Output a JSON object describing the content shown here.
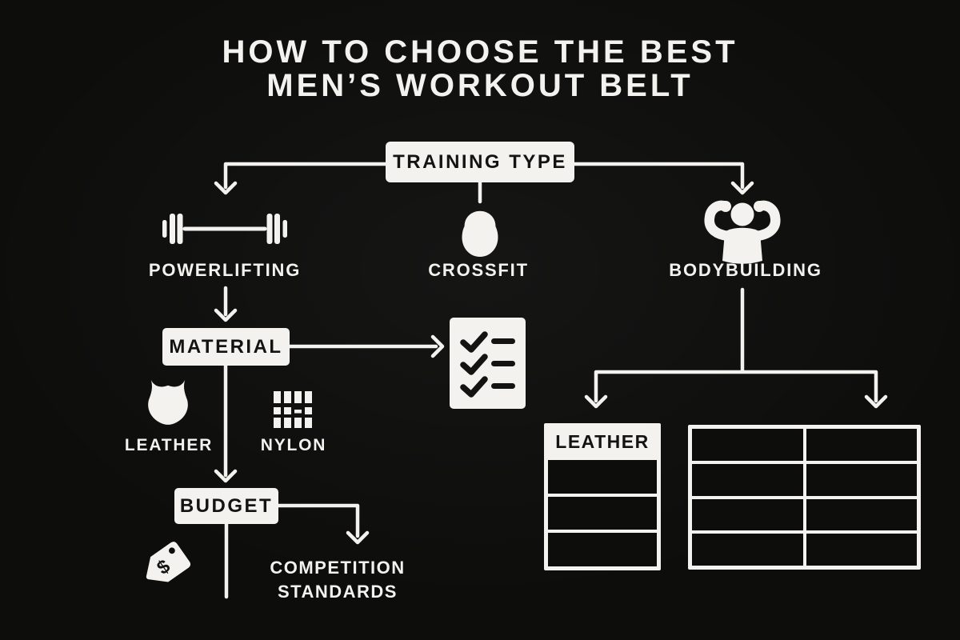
{
  "colors": {
    "background": "#0d0d0c",
    "ink": "#f3f2ef",
    "text_dark": "#131312"
  },
  "title": {
    "line1": "HOW TO CHOOSE THE BEST",
    "line2": "MEN’S WORKOUT BELT"
  },
  "root_node": {
    "label": "TRAINING TYPE"
  },
  "branches": {
    "powerlifting": {
      "label": "POWERLIFTING",
      "icon": "barbell-icon"
    },
    "crossfit": {
      "label": "CROSSFIT",
      "icon": "kettlebell-icon"
    },
    "bodybuilding": {
      "label": "BODYBUILDING",
      "icon": "muscle-flex-icon"
    }
  },
  "material_node": {
    "label": "MATERIAL"
  },
  "material_options": {
    "leather": {
      "label": "LEATHER",
      "icon": "leather-hide-icon"
    },
    "nylon": {
      "label": "NYLON",
      "icon": "nylon-weave-icon"
    }
  },
  "checklist": {
    "icon": "checklist-icon",
    "items": 3
  },
  "budget_node": {
    "label": "BUDGET"
  },
  "price_tag": {
    "icon": "price-tag-icon",
    "symbol": "$"
  },
  "competition": {
    "line1": "COMPETITION",
    "line2": "STANDARDS"
  },
  "tables": {
    "leather_table": {
      "header": "LEATHER",
      "rows": 3,
      "columns": 1
    },
    "comparison_table": {
      "rows": 4,
      "columns": 2
    }
  }
}
